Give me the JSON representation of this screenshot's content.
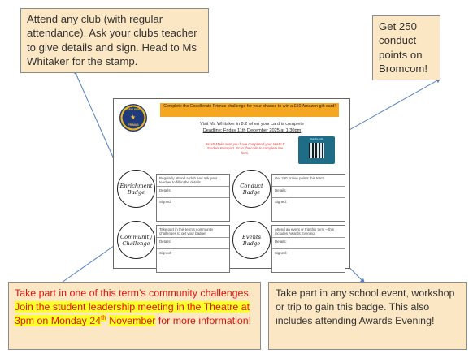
{
  "callouts": {
    "club": "Attend any club (with regular attendance). Ask your clubs teacher to give details and sign. Head to Ms Whitaker for the stamp.",
    "conduct": "Get 250 conduct points on Bromcom!",
    "community_part1": "Take part in one of this term’s community challenges. ",
    "community_highlight_a": "Join the student leadership meeting in the Theatre at 3pm on Monday 24",
    "community_highlight_sup": "th",
    "community_highlight_b": "November",
    "community_part2": " for more information!",
    "events": "Take part in any school event, workshop or trip to gain this badge. This also includes attending Awards Evening!"
  },
  "card": {
    "logo_top": "EXCELLERATE",
    "logo_bottom": "PRIMUS",
    "banner": "Complete the Excellerate Primus challenge for your chance to win a £50 Amazon gift card!",
    "visit": "Visit Ms Whitaker in 8.2 when your card is complete",
    "deadline": "Deadline: Friday 11th December 2025 at 1:30pm",
    "pssst": "Pssst! Make sure you have completed your MABLE Student Passport. Scan the code to complete the form.",
    "qr_caption": "Scan the code",
    "enrichment_badge": "Enrichment Badge",
    "enrichment_desc": "Regularly attend a club and ask your teacher to fill in the details.",
    "conduct_badge": "Conduct Badge",
    "conduct_desc": "Get 250 praise points this term!",
    "community_badge": "Community Challenge",
    "community_desc": "Take part in this term's community challenges to get your badge!",
    "events_badge": "Events Badge",
    "events_desc": "Attend an event or trip this term – this includes Awards Evening!",
    "details_label": "Details:",
    "signed_label": "Signed:"
  },
  "colors": {
    "callout_bg": "#fbe7c4",
    "banner": "#f6a722",
    "highlight": "#ffff2a",
    "red_text": "#e0120f",
    "arrow": "#4f7fc0"
  }
}
